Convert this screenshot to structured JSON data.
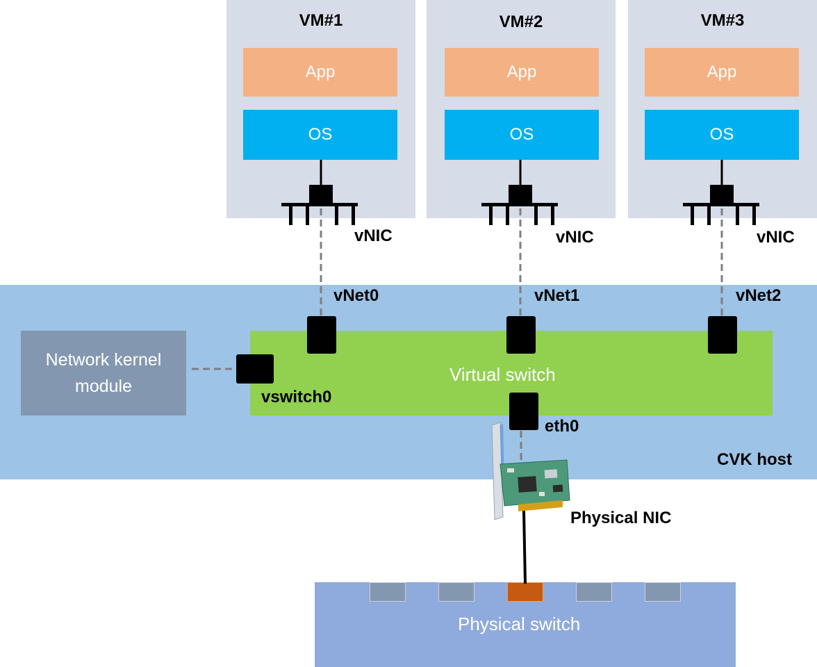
{
  "vms": [
    {
      "title": "VM#1",
      "app": "App",
      "os": "OS",
      "vnic": "vNIC"
    },
    {
      "title": "VM#2",
      "app": "App",
      "os": "OS",
      "vnic": "vNIC"
    },
    {
      "title": "VM#3",
      "app": "App",
      "os": "OS",
      "vnic": "vNIC"
    }
  ],
  "host": {
    "label": "CVK host",
    "vnets": [
      "vNet0",
      "vNet1",
      "vNet2"
    ],
    "virtual_switch": "Virtual switch",
    "vswitch_port": "vswitch0",
    "uplink_port": "eth0",
    "network_kernel_module": "Network kernel module"
  },
  "physical_nic": "Physical NIC",
  "physical_switch": "Physical switch",
  "colors": {
    "vm_bg": "#d6dde8",
    "app": "#f4b183",
    "os": "#00b0f0",
    "host": "#9dc3e6",
    "virtual_switch": "#92d050",
    "kernel_module": "#8497b0",
    "physical_switch": "#8faadc",
    "active_port": "#c55a11"
  }
}
